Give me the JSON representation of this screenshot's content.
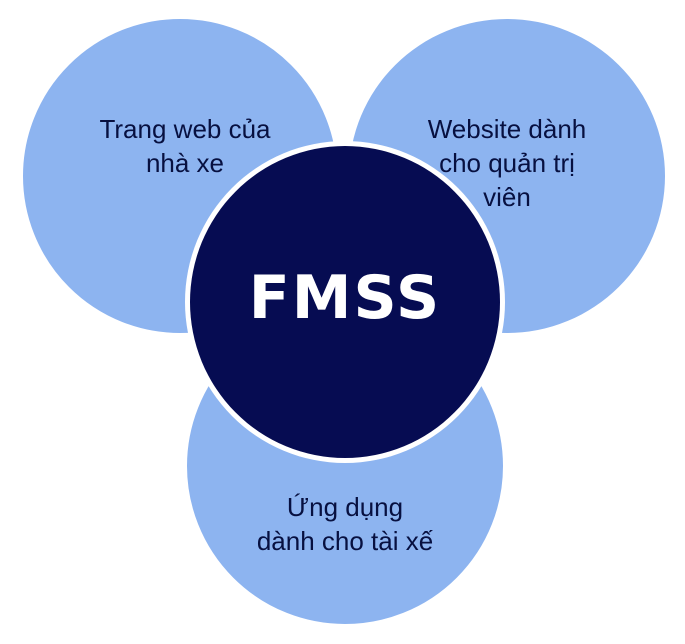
{
  "diagram": {
    "center_title": "FMSS",
    "nodes": [
      {
        "lines": [
          "Trang web của",
          "nhà xe"
        ]
      },
      {
        "lines": [
          "Website dành",
          "cho quản trị",
          "viên"
        ]
      },
      {
        "lines": [
          "Ứng dụng",
          "dành cho tài xế"
        ]
      }
    ]
  },
  "colors": {
    "outer_circle": "#8db4f0",
    "center_circle": "#060c52",
    "text_dark": "#071040",
    "text_light": "#ffffff"
  }
}
